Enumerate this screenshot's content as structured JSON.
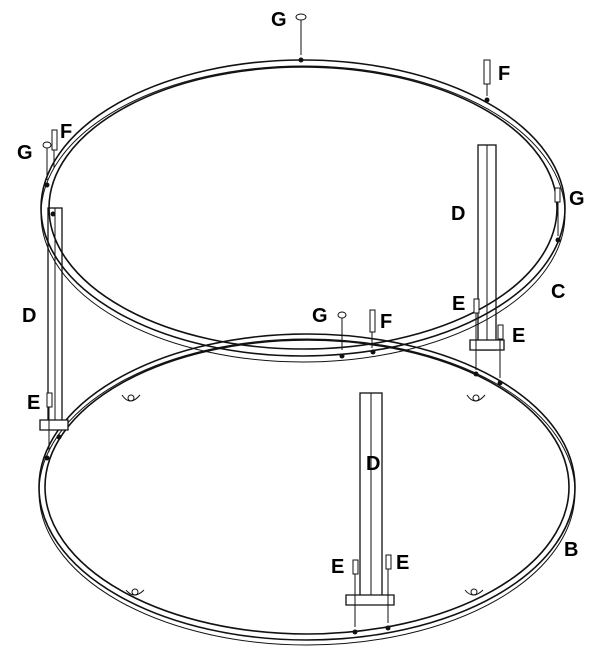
{
  "labels": {
    "b": "B",
    "c": "C",
    "d": "D",
    "e": "E",
    "f": "F",
    "g": "G"
  }
}
